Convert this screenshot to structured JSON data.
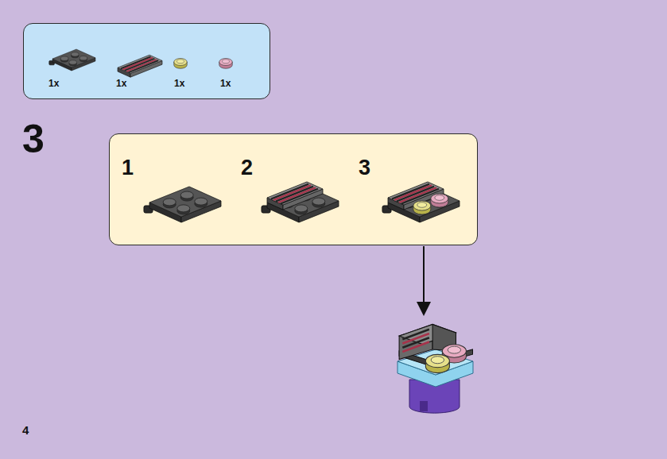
{
  "diagram": {
    "nodes": [
      {
        "text": [
          "1x",
          "1x",
          "1x",
          "1x"
        ]
      },
      {
        "text": [
          "1",
          "2",
          "3"
        ]
      }
    ],
    "labels": [
      "3",
      "4"
    ]
  }
}
